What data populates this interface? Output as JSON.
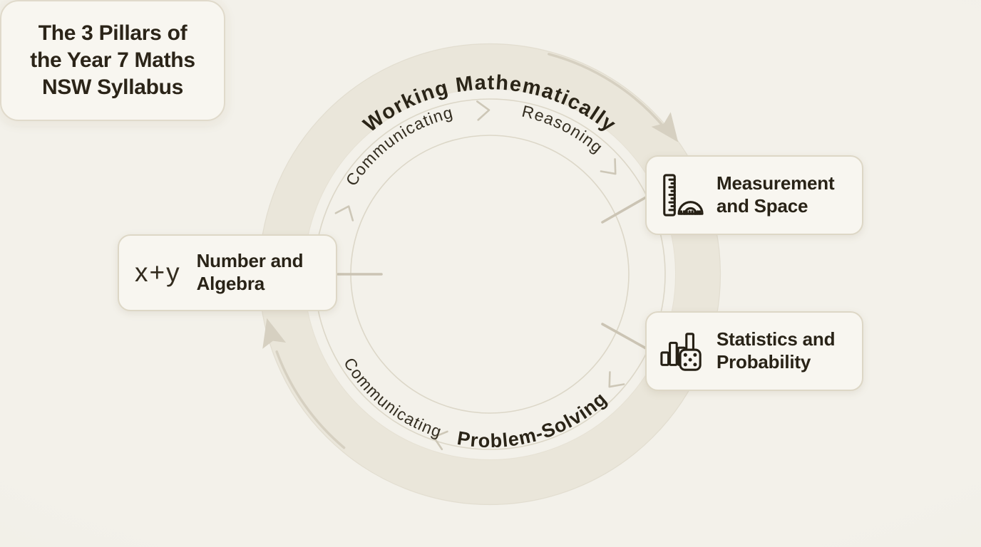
{
  "diagram": {
    "center": {
      "title_lines": [
        "The 3 Pillars of",
        "the Year 7 Maths",
        "NSW Syllabus"
      ]
    },
    "ring": {
      "top_band_label": "Working Mathematically",
      "inner_top_left": "Communicating",
      "inner_top_right": "Reasoning",
      "inner_bottom_left": "Communicating",
      "inner_bottom_label": "Problem-Solving",
      "rotation_direction": "clockwise"
    },
    "pillars": [
      {
        "id": "number-algebra",
        "icon": "x-plus-y-icon",
        "icon_text": "x+y",
        "label": "Number and Algebra"
      },
      {
        "id": "measurement-space",
        "icon": "ruler-protractor-icon",
        "label": "Measurement and Space"
      },
      {
        "id": "statistics-probability",
        "icon": "bar-chart-dice-icon",
        "label": "Statistics and Probability"
      }
    ],
    "colors": {
      "background": "#f2f0e9",
      "band_fill": "#eae6da",
      "band_edge": "#ddd8c9",
      "arrow": "#d6d0c1",
      "inner_ring_line": "#dcd7c8",
      "chevron": "#cdc7b7",
      "connector": "#cbc4b4",
      "card_background": "#f8f6f0",
      "card_border": "#ddd7c6",
      "text_dark": "#2a2417"
    }
  }
}
